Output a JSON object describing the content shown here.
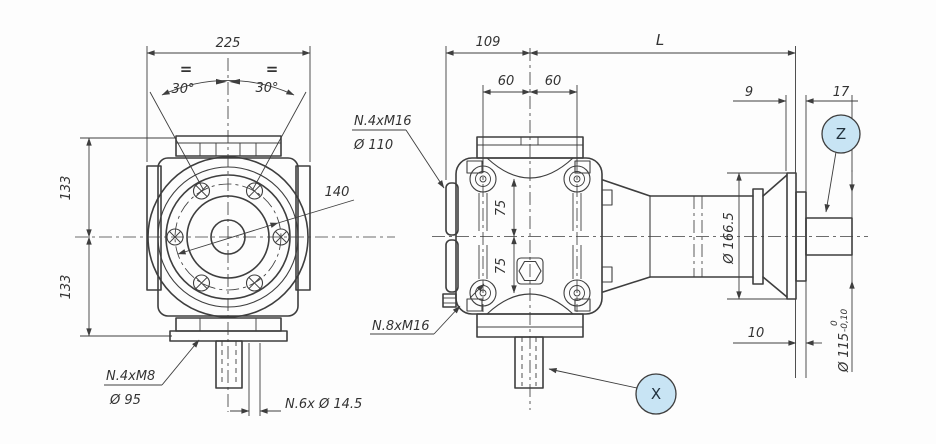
{
  "drawing": {
    "front_view": {
      "width_dim": "225",
      "equal_left": "=",
      "equal_right": "=",
      "angle_left": "30°",
      "angle_right": "30°",
      "offset_upper": "133",
      "offset_lower": "133",
      "bolt_circle_dim": "140",
      "thread_note": "N.4xM8",
      "thread_note_dia": "Ø 95",
      "holes_note": "N.6x Ø 14.5"
    },
    "side_view": {
      "face_offset_dim": "109",
      "bolt_spacing_left": "60",
      "bolt_spacing_right": "60",
      "face_thread_note": "N.4xM16",
      "face_thread_dia": "Ø 110",
      "bolt_offset_upper": "75",
      "bolt_offset_lower": "75",
      "rear_thread_note": "N.8xM16"
    },
    "shaft_view": {
      "length_dim": "L",
      "flange_thickness_dim": "9",
      "stub_length_dim": "17",
      "flange_dia_dim": "Ø 166.5",
      "pilot_thickness_dim": "10",
      "pilot_dia_dim": "Ø 115",
      "pilot_tol_upper": "0",
      "pilot_tol_lower": "-0,10"
    },
    "balloons": {
      "z_label": "Z",
      "x_label": "X"
    }
  },
  "colors": {
    "line_color": "#3e3e3e",
    "text_color": "#333333",
    "balloon_fill": "#c8e4f4",
    "balloon_stroke": "#3e3e3e",
    "background": "#fdfdfd"
  }
}
